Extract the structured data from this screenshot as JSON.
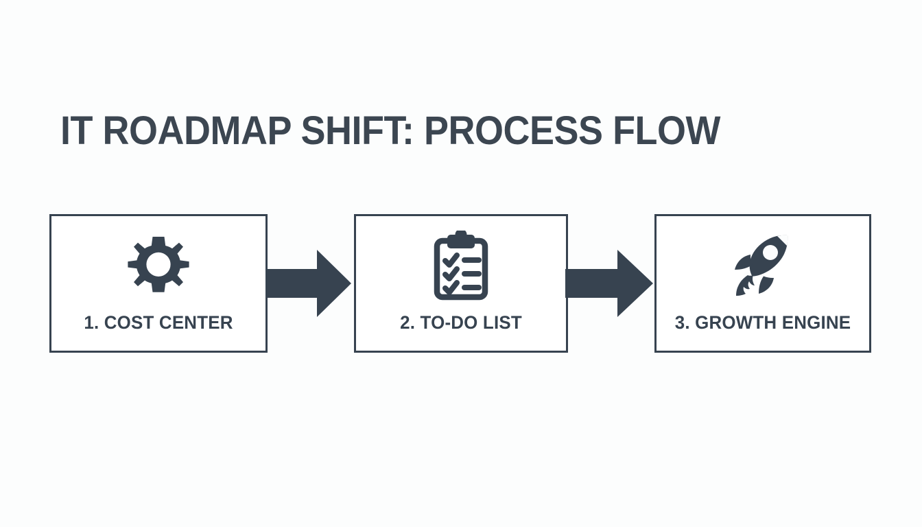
{
  "page": {
    "title": "IT ROADMAP SHIFT: PROCESS FLOW",
    "background_color": "#fcfdfd",
    "ink_color": "#374350",
    "title_color": "#3c4651",
    "box_border_color": "#374350",
    "arrow_color": "#374350"
  },
  "flow": {
    "steps": [
      {
        "label": "1. COST CENTER",
        "icon": "gear-icon",
        "number": "1",
        "name": "COST CENTER"
      },
      {
        "label": "2. TO-DO LIST",
        "icon": "clipboard-checklist-icon",
        "number": "2",
        "name": "TO-DO LIST"
      },
      {
        "label": "3. GROWTH ENGINE",
        "icon": "rocket-icon",
        "number": "3",
        "name": "GROWTH ENGINE"
      }
    ],
    "connectors": [
      {
        "icon": "arrow-right-icon",
        "from": "1. COST CENTER",
        "to": "2. TO-DO LIST"
      },
      {
        "icon": "arrow-right-icon",
        "from": "2. TO-DO LIST",
        "to": "3. GROWTH ENGINE"
      }
    ]
  }
}
